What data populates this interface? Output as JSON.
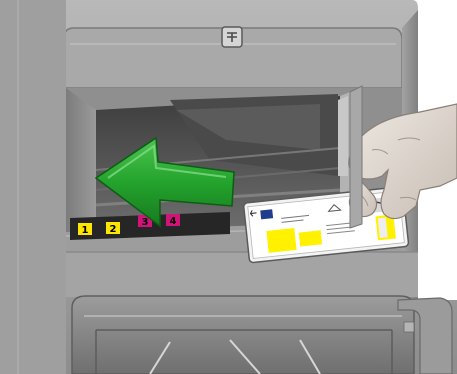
{
  "slots": [
    {
      "label": "1",
      "color": "#ffe600"
    },
    {
      "label": "2",
      "color": "#ffe600"
    },
    {
      "label": "3",
      "color": "#d0147a"
    },
    {
      "label": "4",
      "color": "#d0147a"
    }
  ],
  "colors": {
    "arrow": "#24a32d",
    "arrow_dark": "#177a1f",
    "cartridge_blue": "#1f3d8c",
    "cartridge_yellow": "#fff100"
  },
  "icons": {
    "top_logo": "printer-logo-icon",
    "direction": "insert-left-arrow-icon"
  }
}
